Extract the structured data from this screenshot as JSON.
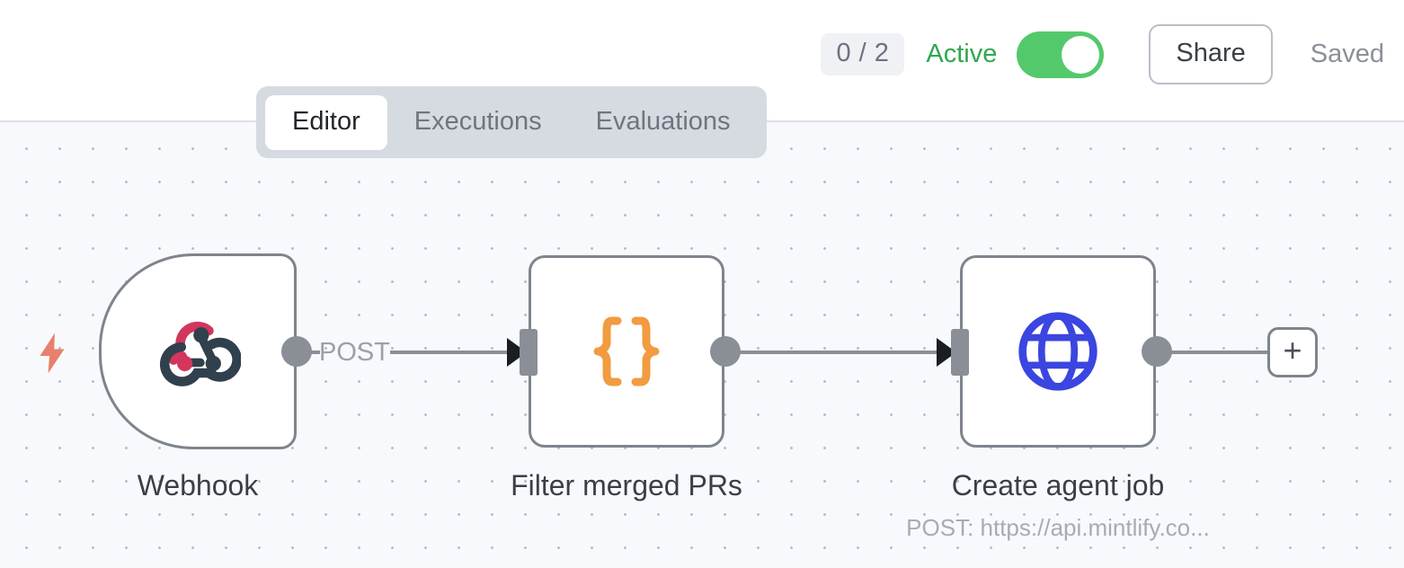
{
  "topbar": {
    "run_count": "0 / 2",
    "active_label": "Active",
    "toggle_state": "on",
    "share_label": "Share",
    "saved_label": "Saved",
    "active_color": "#2fa84f",
    "toggle_color": "#53c96c"
  },
  "tabs": [
    {
      "label": "Editor",
      "active": true
    },
    {
      "label": "Executions",
      "active": false
    },
    {
      "label": "Evaluations",
      "active": false
    }
  ],
  "canvas": {
    "background_color": "#f8f9fc",
    "dot_color": "#b8bcc6",
    "trigger_bolt_icon": "lightning-bolt-icon",
    "trigger_bolt_color": "#e8806e",
    "add_node_label": "+"
  },
  "nodes": [
    {
      "id": "webhook",
      "label": "Webhook",
      "sublabel": "",
      "icon": "webhook-icon",
      "icon_colors": {
        "accent": "#d3365c",
        "dark": "#30404d"
      },
      "type": "trigger"
    },
    {
      "id": "filter-merged-prs",
      "label": "Filter merged PRs",
      "sublabel": "",
      "icon": "curly-braces-icon",
      "icon_colors": {
        "accent": "#f29b40"
      },
      "type": "action"
    },
    {
      "id": "create-agent-job",
      "label": "Create agent job",
      "sublabel": "POST: https://api.mintlify.co...",
      "icon": "globe-icon",
      "icon_colors": {
        "accent": "#3b45e0"
      },
      "type": "action"
    }
  ],
  "edges": [
    {
      "from": "webhook",
      "to": "filter-merged-prs",
      "label": "POST"
    },
    {
      "from": "filter-merged-prs",
      "to": "create-agent-job",
      "label": ""
    }
  ]
}
